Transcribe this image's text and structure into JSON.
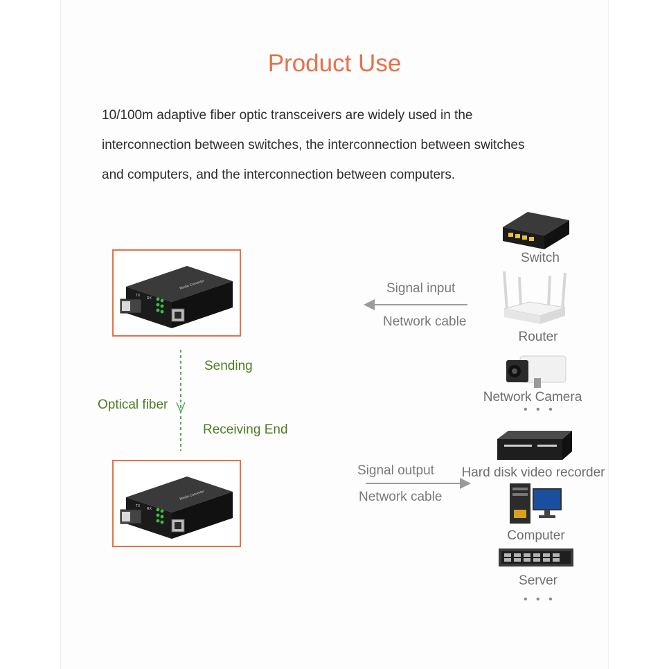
{
  "title": "Product Use",
  "description": [
    "10/100m adaptive fiber optic transceivers are widely used in the",
    "interconnection between switches, the interconnection between switches",
    "and computers, and the interconnection between computers."
  ],
  "input_flow": {
    "signal_label": "Signal input",
    "cable_label": "Network cable"
  },
  "output_flow": {
    "signal_label": "Signal output",
    "cable_label": "Network cable"
  },
  "fiber_link": {
    "sending": "Sending",
    "fiber": "Optical fiber",
    "receiving": "Receiving End"
  },
  "input_devices": [
    "Switch",
    "Router",
    "Network Camera"
  ],
  "output_devices": [
    "Hard disk video recorder",
    "Computer",
    "Server"
  ],
  "ellipsis": "• • •",
  "transceiver_labels": {
    "model": "Media Converter",
    "tx": "TX",
    "rx": "RX"
  },
  "colors": {
    "accent": "#e8704a",
    "fiber_green": "#4f7a22",
    "arrow_gray": "#9a9a9a",
    "led_green": "#3bbf4a"
  }
}
